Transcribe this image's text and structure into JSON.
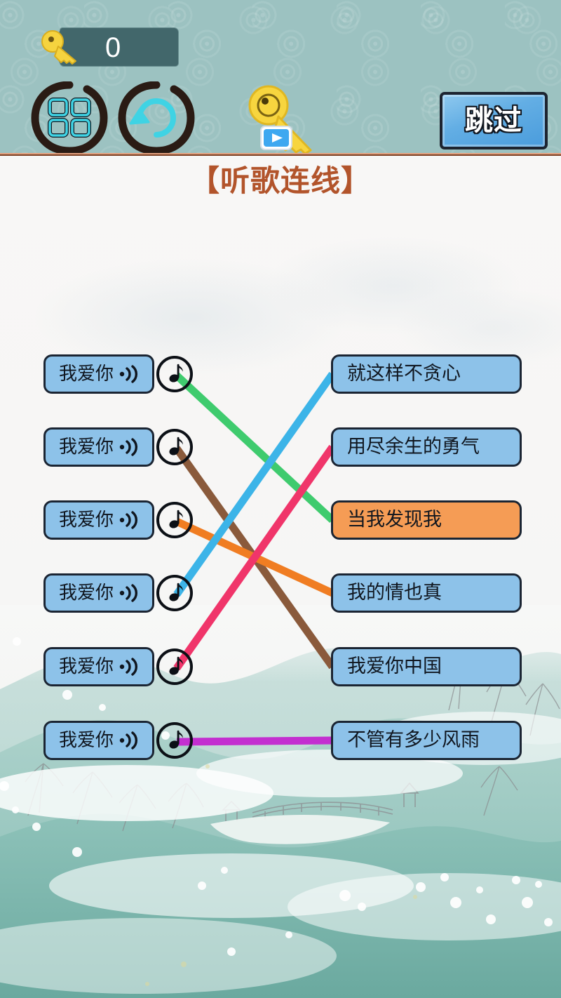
{
  "header": {
    "key_counter": {
      "icon": "key-icon",
      "value": "0"
    },
    "buttons": [
      {
        "name": "grid-menu-button",
        "icon": "grid-menu-icon",
        "label": ""
      },
      {
        "name": "reset-button",
        "icon": "refresh-ccw-icon",
        "label": ""
      },
      {
        "name": "key-ad-button",
        "icon": "key-play-icon",
        "label": ""
      }
    ],
    "skip_button": {
      "label": "跳过",
      "icon": "skip-icon"
    }
  },
  "title": "【听歌连线】",
  "colors": {
    "header_bg": "#9cc2c1",
    "header_rule": "#7c3f23",
    "title": "#b2542b",
    "pill_blue": "#8dc2e9",
    "pill_orange": "#f59c55",
    "pill_border": "#1b2533",
    "key_plaque": "#42676b",
    "skip_blue": "#63aee4"
  },
  "puzzle": {
    "left_column": [
      {
        "label": "我爱你",
        "icon": "sound-wave-icon",
        "note": "music-note-icon"
      },
      {
        "label": "我爱你",
        "icon": "sound-wave-icon",
        "note": "music-note-icon"
      },
      {
        "label": "我爱你",
        "icon": "sound-wave-icon",
        "note": "music-note-icon"
      },
      {
        "label": "我爱你",
        "icon": "sound-wave-icon",
        "note": "music-note-icon"
      },
      {
        "label": "我爱你",
        "icon": "sound-wave-icon",
        "note": "music-note-icon"
      },
      {
        "label": "我爱你",
        "icon": "sound-wave-icon",
        "note": "music-note-icon"
      }
    ],
    "right_column": [
      {
        "label": "就这样不贪心",
        "state": "normal"
      },
      {
        "label": "用尽余生的勇气",
        "state": "normal"
      },
      {
        "label": "当我发现我",
        "state": "highlight"
      },
      {
        "label": "我的情也真",
        "state": "normal"
      },
      {
        "label": "我爱你中国",
        "state": "normal"
      },
      {
        "label": "不管有多少风雨",
        "state": "normal"
      }
    ],
    "connections": [
      {
        "from": 0,
        "to": 2,
        "color": "#3fcb6e"
      },
      {
        "from": 1,
        "to": 4,
        "color": "#8a5a3b"
      },
      {
        "from": 2,
        "to": 3,
        "color": "#f07d22"
      },
      {
        "from": 3,
        "to": 0,
        "color": "#3cb4e8"
      },
      {
        "from": 4,
        "to": 1,
        "color": "#f0356a"
      },
      {
        "from": 5,
        "to": 5,
        "color": "#c32fd0"
      }
    ]
  }
}
